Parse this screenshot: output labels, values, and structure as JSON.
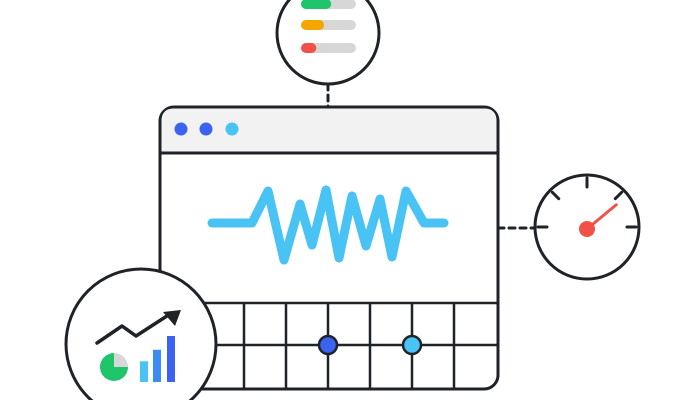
{
  "colors": {
    "stroke": "#1f2328",
    "background": "#ffffff",
    "titlebar_fill": "#f2f2f2",
    "waveform": "#48c3f4",
    "dot_blue": "#3b63f0",
    "dot_light_blue": "#48c3f4",
    "bar_green": "#1fc46b",
    "bar_orange": "#f6a600",
    "bar_red": "#f25148",
    "bar_track": "#d7d7d7",
    "gauge_needle": "#f25148",
    "pie_gray": "#d7d7d7",
    "chart_bar_light": "#48c3f4",
    "chart_bar_mid": "#3b8cf2",
    "chart_bar_dark": "#3b63f0"
  },
  "icons": {
    "window": "browser-window-icon",
    "waveform": "waveform-icon",
    "status_bars": "status-bars-icon",
    "gauge": "speedometer-gauge-icon",
    "growth_chart": "growth-chart-icon"
  },
  "status_bars": [
    {
      "name": "green-bar",
      "level": 0.55
    },
    {
      "name": "orange-bar",
      "level": 0.42
    },
    {
      "name": "red-bar",
      "level": 0.28
    }
  ],
  "gauge": {
    "level": 0.78
  },
  "growth_chart": {
    "bar_levels": [
      0.45,
      0.7,
      1.0
    ],
    "pie_highlight_fraction": 0.75
  }
}
